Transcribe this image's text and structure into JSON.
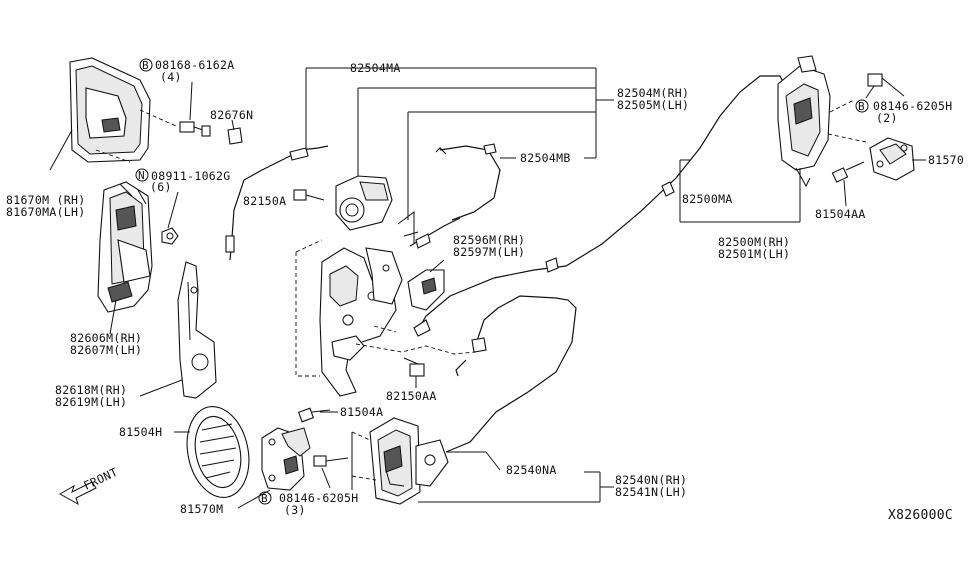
{
  "labels": {
    "p08168": "08168-6162A",
    "p08168_qty": "(4)",
    "p82676N": "82676N",
    "p81670": "81670M (RH)",
    "p81670MA": "81670MA(LH)",
    "p08911": "08911-1062G",
    "p08911_qty": "(6)",
    "p82606": "82606M(RH)",
    "p82607": "82607M(LH)",
    "p82618": "82618M(RH)",
    "p82619": "82619M(LH)",
    "p81504H": "81504H",
    "p81570M": "81570M",
    "p82504MA": "82504MA",
    "p82504M": "82504M(RH)",
    "p82505M": "82505M(LH)",
    "p82504MB": "82504MB",
    "p82150A": "82150A",
    "p82596": "82596M(RH)",
    "p82597": "82597M(LH)",
    "p82150AA": "82150AA",
    "p81504A": "81504A",
    "p08146b": "08146-6205H",
    "p08146b_qty": "(3)",
    "p82540NA": "82540NA",
    "p82540N": "82540N(RH)",
    "p82541N": "82541N(LH)",
    "p08146a": "08146-6205H",
    "p08146a_qty": "(2)",
    "p81570": "81570",
    "p81504AA": "81504AA",
    "p82500MA": "82500MA",
    "p82500M": "82500M(RH)",
    "p82501M": "82501M(LH)",
    "front": "FRONT",
    "diagram_id": "X826000C"
  },
  "markers": {
    "bolt_b": "B",
    "nut_n": "N"
  }
}
